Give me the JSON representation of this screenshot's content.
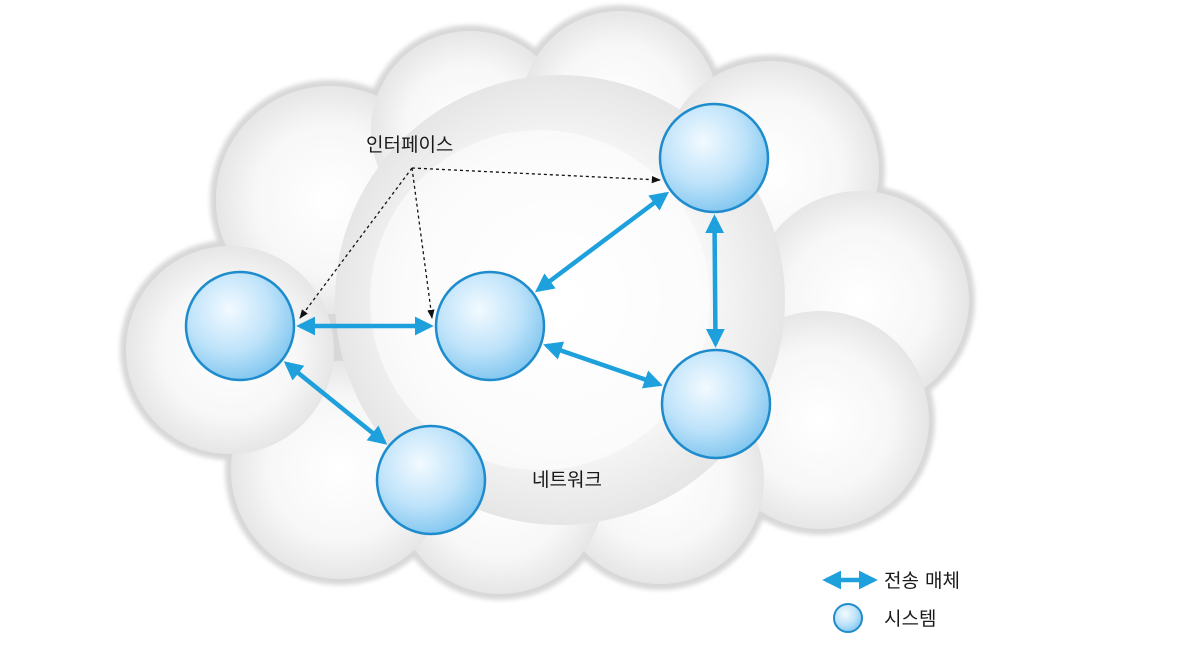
{
  "labels": {
    "interface": "인터페이스",
    "network": "네트워크"
  },
  "legend": {
    "medium_label": "전송 매체",
    "system_label": "시스템"
  },
  "colors": {
    "link": "#1ea0dc",
    "node_fill_light": "#eaf6fe",
    "node_fill_dark": "#74c2ee",
    "node_stroke": "#1e8ccc",
    "cloud": "#e9e9e9"
  },
  "nodes": [
    {
      "id": "node-left"
    },
    {
      "id": "node-center"
    },
    {
      "id": "node-top-right"
    },
    {
      "id": "node-bottom-right"
    },
    {
      "id": "node-bottom"
    }
  ],
  "links": [
    {
      "from": "node-left",
      "to": "node-center"
    },
    {
      "from": "node-center",
      "to": "node-top-right"
    },
    {
      "from": "node-top-right",
      "to": "node-bottom-right"
    },
    {
      "from": "node-center",
      "to": "node-bottom-right"
    },
    {
      "from": "node-left",
      "to": "node-bottom"
    }
  ],
  "interface_pointers": [
    "node-left",
    "node-center",
    "node-top-right"
  ]
}
